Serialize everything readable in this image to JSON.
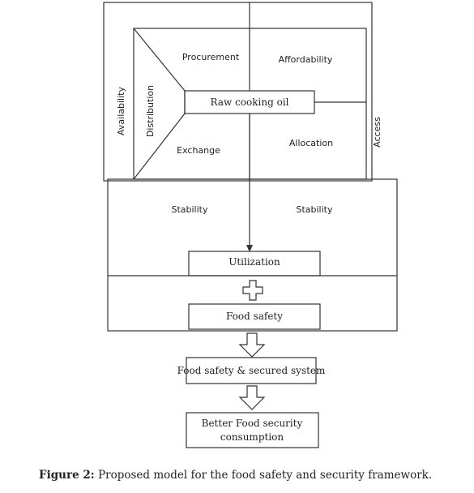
{
  "diagram": {
    "labels": {
      "availability": "Availability",
      "distribution": "Distribution",
      "procurement": "Procurement",
      "affordability": "Affordability",
      "raw_cooking_oil": "Raw cooking oil",
      "exchange": "Exchange",
      "allocation": "Allocation",
      "access": "Access",
      "stability_left": "Stability",
      "stability_right": "Stability",
      "utilization": "Utilization",
      "food_safety": "Food safety",
      "secured_system": "Food safety & secured system",
      "better_line1": "Better Food security",
      "better_line2": "consumption"
    }
  },
  "caption": {
    "prefix": "Figure 2:",
    "text": "Proposed model for the food safety and security framework."
  }
}
